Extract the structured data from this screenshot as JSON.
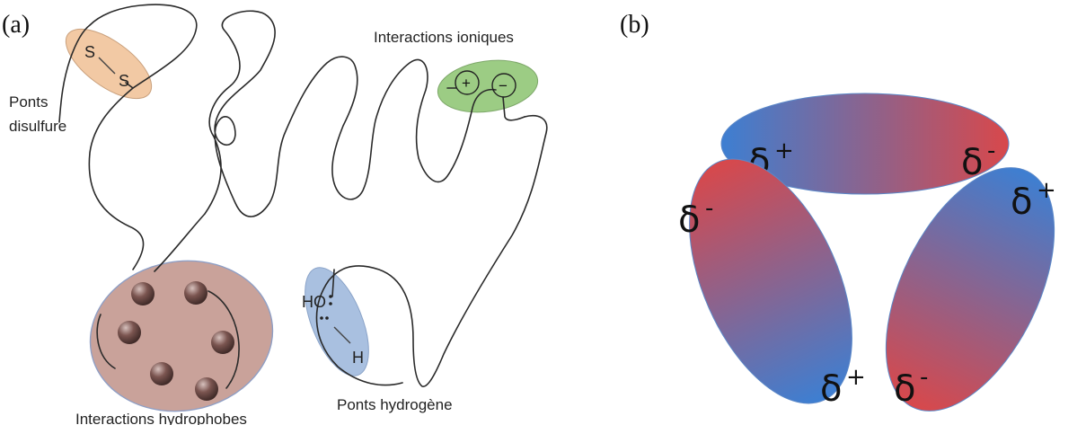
{
  "panel_a": {
    "label": "(a)",
    "disulfide": {
      "label_line1": "Ponts",
      "label_line2": "disulfure",
      "atom1": "S",
      "atom2": "S",
      "fill": "#f2c9a4"
    },
    "ionic": {
      "label": "Interactions ioniques",
      "plus": "+",
      "minus": "−",
      "fill": "#9ccc84"
    },
    "hydrophobic": {
      "label": "Interactions hydrophobes",
      "fill": "#c9a29a",
      "ball_color": "#6e4a46"
    },
    "hydrogen": {
      "label": "Ponts hydrogène",
      "donor": "HO",
      "acceptor": "H",
      "fill": "#a9c0e0"
    }
  },
  "panel_b": {
    "label": "(b)",
    "color_positive": "#3d7fd2",
    "color_negative": "#d8484b",
    "dipoles": [
      {
        "left_symbol": "δ",
        "left_charge": "+",
        "right_symbol": "δ",
        "right_charge": "-"
      },
      {
        "top_symbol": "δ",
        "top_charge": "-",
        "bottom_symbol": "δ",
        "bottom_charge": "+"
      },
      {
        "top_symbol": "δ",
        "top_charge": "+",
        "bottom_symbol": "δ",
        "bottom_charge": "-"
      }
    ]
  }
}
